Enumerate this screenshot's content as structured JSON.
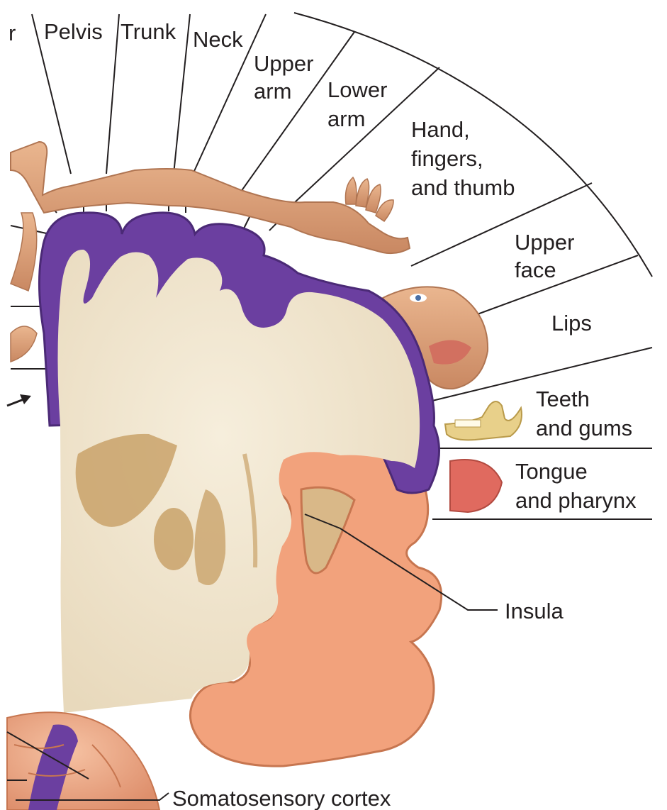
{
  "labels": {
    "partial_top": "r",
    "pelvis": "Pelvis",
    "trunk": "Trunk",
    "neck": "Neck",
    "upper_arm": [
      "Upper",
      "arm"
    ],
    "lower_arm": [
      "Lower",
      "arm"
    ],
    "hand": [
      "Hand,",
      "fingers,",
      "and thumb"
    ],
    "upper_face": [
      "Upper",
      "face"
    ],
    "lips": "Lips",
    "teeth": [
      "Teeth",
      "and gums"
    ],
    "tongue": [
      "Tongue",
      "and pharynx"
    ],
    "insula": "Insula",
    "somatosensory": "Somatosensory cortex"
  },
  "colors": {
    "cortex_purple": "#6b3fa0",
    "cortex_orange": "#f2a27c",
    "white_matter": "#f1e6d0",
    "body_skin": "#e0a57c",
    "nuclei": "#c9a26a",
    "tongue": "#e06a5f",
    "teeth": "#e8d08a"
  }
}
